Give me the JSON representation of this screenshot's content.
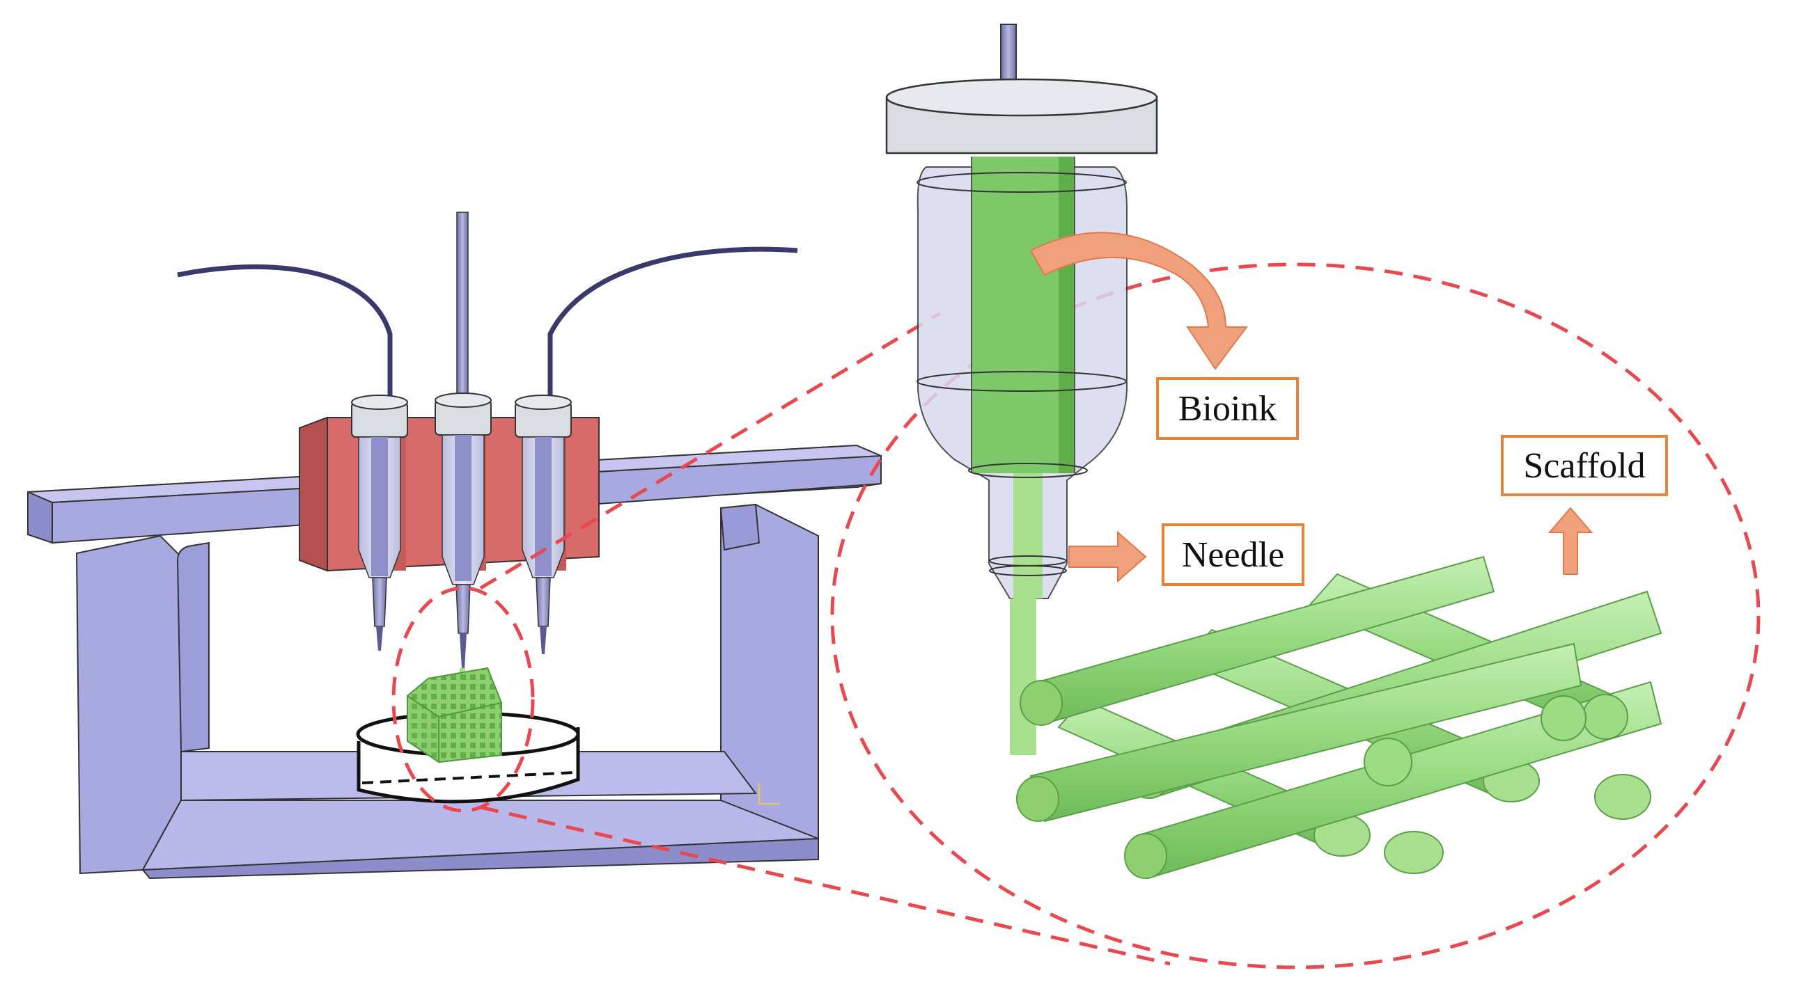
{
  "labels": {
    "bioink": "Bioink",
    "needle": "Needle",
    "scaffold": "Scaffold"
  },
  "colors": {
    "frame": "#a9a9e2",
    "frame_dark": "#8d8dcc",
    "printhead_block": "#d96a6a",
    "cap": "#d9dde2",
    "syringe_glass": "#c9cbe6",
    "bioink_green": "#7dc96a",
    "scaffold_green": "#9bdc84",
    "zoom_dash": "#e8484e",
    "arrow": "#f0a07a",
    "label_border": "#e8843a"
  }
}
